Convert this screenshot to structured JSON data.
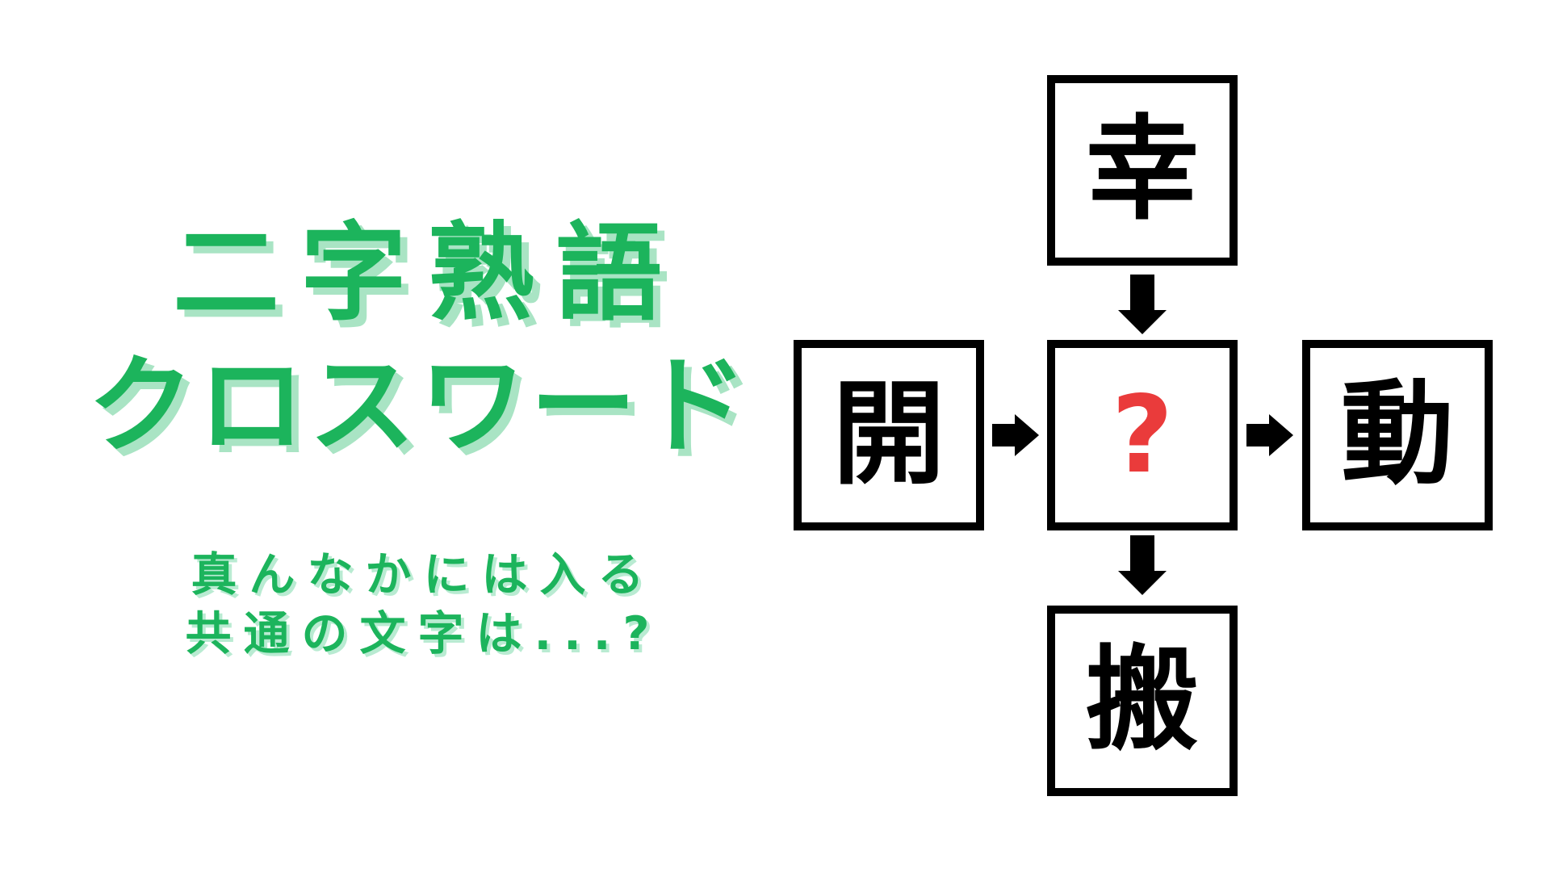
{
  "title": {
    "line1": "二字熟語",
    "line2": "クロスワード"
  },
  "subtitle": {
    "line1": "真んなかには入る",
    "line2": "共通の文字は...?"
  },
  "puzzle": {
    "top_cell": {
      "char": "幸"
    },
    "left_cell": {
      "char": "開"
    },
    "center_cell": {
      "char": "?"
    },
    "right_cell": {
      "char": "動"
    },
    "bottom_cell": {
      "char": "搬"
    },
    "arrows": [
      {
        "icon": "arrow-down-icon",
        "from": "top-cell",
        "to": "center-cell"
      },
      {
        "icon": "arrow-right-icon",
        "from": "left-cell",
        "to": "center-cell"
      },
      {
        "icon": "arrow-right-icon",
        "from": "center-cell",
        "to": "right-cell"
      },
      {
        "icon": "arrow-down-icon",
        "from": "center-cell",
        "to": "bottom-cell"
      }
    ]
  },
  "colors": {
    "title_green": "#1cb45c",
    "title_shadow_green": "#a9e4c4",
    "question_red": "#ea3b3b",
    "line_black": "#000000",
    "background": "#ffffff"
  }
}
